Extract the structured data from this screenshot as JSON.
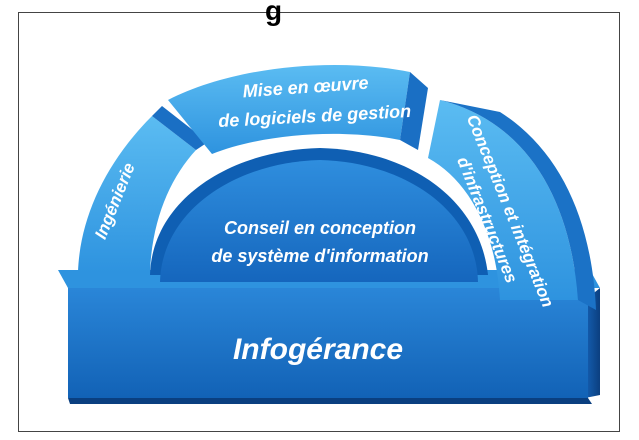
{
  "title_fragment": "g",
  "segments": {
    "ingenierie": "Ingénierie",
    "mise_en_oeuvre": [
      "Mise en œuvre",
      "de logiciels de gestion"
    ],
    "conception_infra": [
      "Conception et intégration",
      "d'infrastructures"
    ],
    "conseil": [
      "Conseil en conception",
      "de système d'information"
    ],
    "base": "Infogérance"
  },
  "colors": {
    "blue_light": "#3fa7e8",
    "blue_mid": "#1e7fcf",
    "blue_dark": "#0d57a5",
    "blue_shadow": "#0a3f80",
    "frame": "#444444"
  }
}
